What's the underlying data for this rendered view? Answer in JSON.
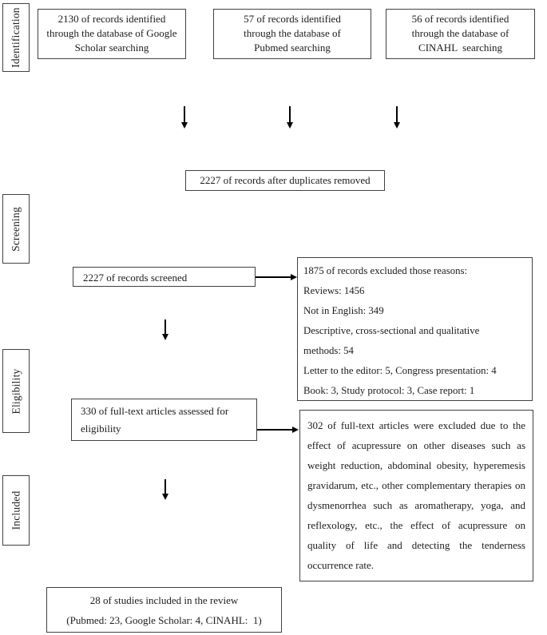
{
  "diagram": {
    "type": "prisma-flowchart",
    "stages": [
      {
        "id": "identification",
        "label": "Identification"
      },
      {
        "id": "screening",
        "label": "Screening"
      },
      {
        "id": "eligibility",
        "label": "Eligibility"
      },
      {
        "id": "included",
        "label": "Included"
      }
    ],
    "boxes": {
      "google_scholar": {
        "text": "2130 of records identified\nthrough the database of Google\nScholar searching"
      },
      "pubmed": {
        "text": "57 of records identified\nthrough the database of\nPubmed searching"
      },
      "cinahl": {
        "text": "56 of records identified\nthrough the database of\nCINAHL  searching"
      },
      "duplicates_removed": {
        "text": "2227 of records after duplicates removed"
      },
      "records_screened": {
        "text": "2227 of records screened"
      },
      "records_excluded": {
        "text": "1875 of records excluded those reasons:\nReviews: 1456\nNot in English: 349\nDescriptive, cross-sectional and qualitative\nmethods: 54\nLetter to the editor: 5, Congress presentation: 4\nBook: 3, Study protocol: 3, Case report: 1"
      },
      "fulltext_assessed": {
        "text": "330 of full-text articles assessed for\neligibility"
      },
      "fulltext_excluded": {
        "text": "302 of full-text articles were excluded due to the effect of acupressure on other diseases such as weight reduction, abdominal obesity, hyperemesis gravidarum, etc., other complementary therapies on dysmenorrhea such as aromatherapy, yoga, and reflexology, etc., the effect of acupressure on quality of life and detecting the tenderness occurrence rate."
      },
      "studies_included": {
        "text": "28 of studies included in the review\n(Pubmed: 23, Google Scholar: 4, CINAHL:  1)"
      }
    },
    "connectors": [
      {
        "from": "google_scholar",
        "to": "duplicates_removed",
        "direction": "down"
      },
      {
        "from": "pubmed",
        "to": "duplicates_removed",
        "direction": "down"
      },
      {
        "from": "cinahl",
        "to": "duplicates_removed",
        "direction": "down"
      },
      {
        "from": "records_screened",
        "to": "records_excluded",
        "direction": "right"
      },
      {
        "from": "records_screened",
        "to": "fulltext_assessed",
        "direction": "down"
      },
      {
        "from": "fulltext_assessed",
        "to": "fulltext_excluded",
        "direction": "right"
      },
      {
        "from": "fulltext_assessed",
        "to": "studies_included",
        "direction": "down"
      }
    ],
    "colors": {
      "background": "#ffffff",
      "border": "#414141",
      "text": "#1c1c1c",
      "arrow": "#000000"
    }
  }
}
